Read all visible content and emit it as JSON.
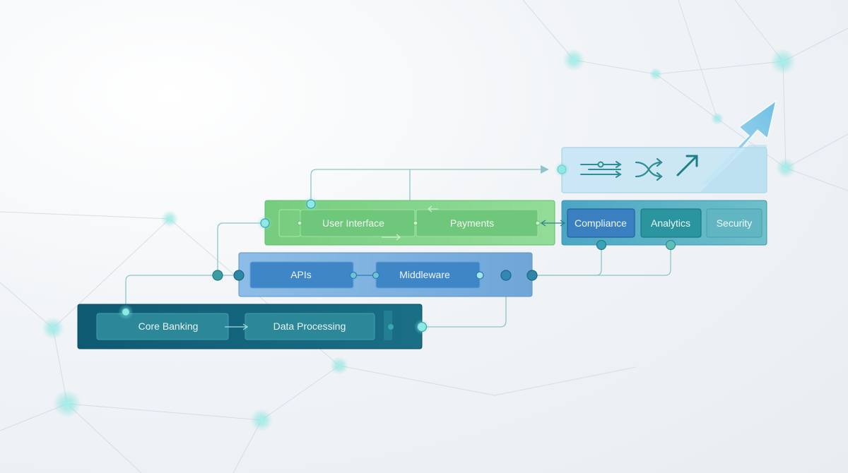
{
  "layers": {
    "core": {
      "modules": [
        "Core Banking",
        "Data Processing"
      ]
    },
    "integration": {
      "modules": [
        "APIs",
        "Middleware"
      ]
    },
    "experience": {
      "modules": [
        "User Interface",
        "Payments"
      ]
    },
    "governance": {
      "modules": [
        "Compliance",
        "Analytics",
        "Security"
      ]
    },
    "outcome": {
      "icons": [
        "sliders-flow-icon",
        "shuffle-icon",
        "trend-up-arrow-icon"
      ]
    }
  },
  "colors": {
    "core_layer": "#14607a",
    "core_module": "#2b8a9d",
    "integration_layer": "#7bb0de",
    "integration_module": "#4a8fcc",
    "experience_layer": "#84d48a",
    "experience_module": "#74c97e",
    "governance_layer": "#5fb3c4",
    "compliance": "#3f84c1",
    "analytics": "#2f9aa4",
    "security": "#66b9c6",
    "outcome_panel": "#c3e5f3",
    "growth_arrow": "#7cc6e6",
    "connector": "#8fc3c7",
    "node": "#2f8d94",
    "glow": "#7fe0dc"
  }
}
